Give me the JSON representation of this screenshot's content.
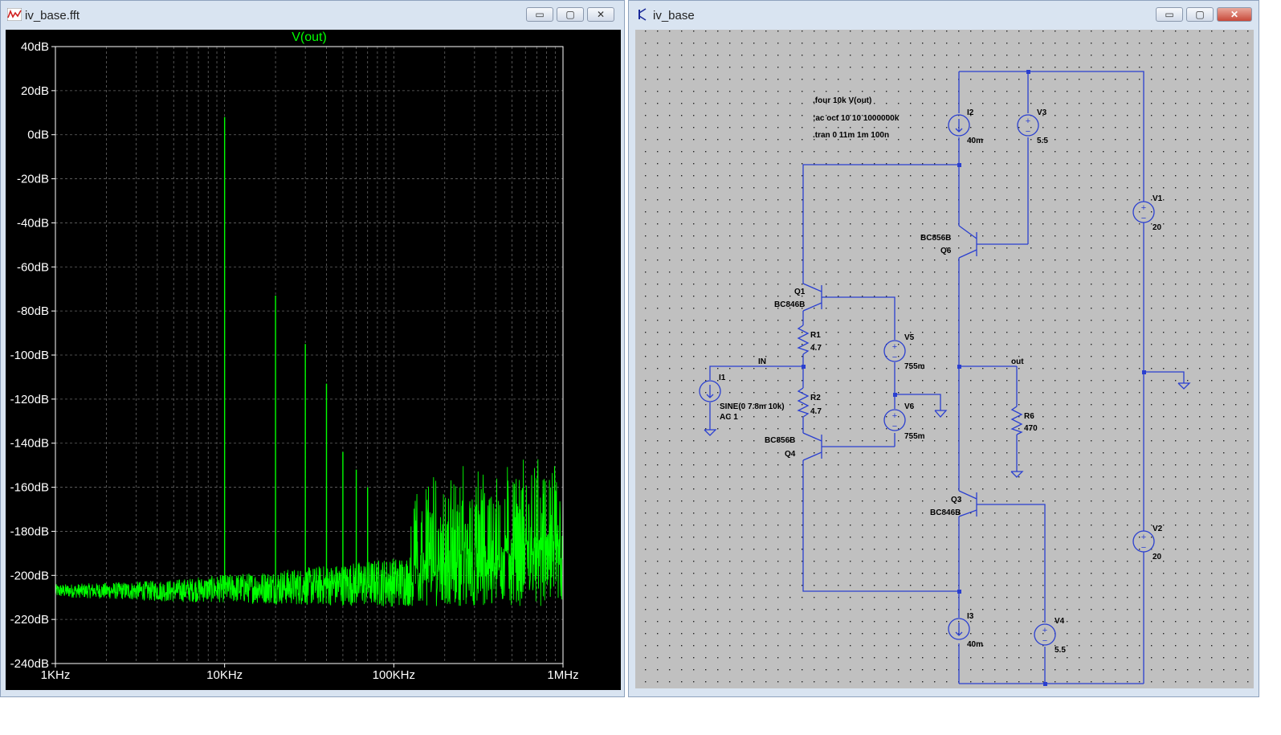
{
  "fft_window": {
    "title": "iv_base.fft",
    "trace_label": "V(out)",
    "colors": {
      "background": "#000000",
      "trace": "#00ff00",
      "axis_text": "#ffffff",
      "grid": "#666666"
    },
    "buttons": {
      "minimize": "▭",
      "maximize": "▢",
      "close": "✕"
    }
  },
  "schematic_window": {
    "title": "iv_base",
    "colors": {
      "background": "#c0c0c0",
      "wire": "#2a3fd0",
      "text": "#000000"
    },
    "buttons": {
      "minimize": "▭",
      "maximize": "▢",
      "close": "✕"
    },
    "directives": [
      ".four 10k V(out)",
      ";ac oct 10 10 1000000k",
      ".tran 0 11m 1m 100n"
    ],
    "net_labels": {
      "in": "IN",
      "out": "out"
    },
    "components": {
      "I2": {
        "name": "I2",
        "value": "40m"
      },
      "V3": {
        "name": "V3",
        "value": "5.5"
      },
      "V1": {
        "name": "V1",
        "value": "20"
      },
      "Q6": {
        "name": "Q6",
        "model": "BC856B"
      },
      "Q1": {
        "name": "Q1",
        "model": "BC846B"
      },
      "R1": {
        "name": "R1",
        "value": "4.7"
      },
      "V5": {
        "name": "V5",
        "value": "755m"
      },
      "I1": {
        "name": "I1",
        "value": "SINE(0 7.8m 10k)",
        "value2": "AC 1"
      },
      "R2": {
        "name": "R2",
        "value": "4.7"
      },
      "V6": {
        "name": "V6",
        "value": "755m"
      },
      "Q4": {
        "name": "Q4",
        "model": "BC856B"
      },
      "R6": {
        "name": "R6",
        "value": "470"
      },
      "Q3": {
        "name": "Q3",
        "model": "BC846B"
      },
      "V2": {
        "name": "V2",
        "value": "20"
      },
      "I3": {
        "name": "I3",
        "value": "40m"
      },
      "V4": {
        "name": "V4",
        "value": "5.5"
      }
    }
  },
  "chart_data": {
    "type": "line",
    "title": "V(out)",
    "x_scale": "log",
    "xlim": [
      1000,
      1000000
    ],
    "x_tick_labels": [
      "1KHz",
      "10KHz",
      "100KHz",
      "1MHz"
    ],
    "x_ticks": [
      1000,
      10000,
      100000,
      1000000
    ],
    "ylim": [
      -240,
      40
    ],
    "y_ticks": [
      40,
      20,
      0,
      -20,
      -40,
      -60,
      -80,
      -100,
      -120,
      -140,
      -160,
      -180,
      -200,
      -220,
      -240
    ],
    "y_tick_labels": [
      "40dB",
      "20dB",
      "0dB",
      "-20dB",
      "-40dB",
      "-60dB",
      "-80dB",
      "-100dB",
      "-120dB",
      "-140dB",
      "-160dB",
      "-180dB",
      "-200dB",
      "-220dB",
      "-240dB"
    ],
    "grid": true,
    "noise_floor": [
      [
        1000,
        -207
      ],
      [
        5000,
        -207
      ],
      [
        10000,
        -206
      ],
      [
        30000,
        -205
      ],
      [
        100000,
        -203
      ],
      [
        300000,
        -200
      ],
      [
        1000000,
        -197
      ]
    ],
    "harmonics": [
      {
        "freq": 10000,
        "db": 8
      },
      {
        "freq": 20000,
        "db": -73
      },
      {
        "freq": 30000,
        "db": -95
      },
      {
        "freq": 40000,
        "db": -113
      },
      {
        "freq": 50000,
        "db": -144
      },
      {
        "freq": 60000,
        "db": -152
      },
      {
        "freq": 70000,
        "db": -160
      }
    ]
  }
}
